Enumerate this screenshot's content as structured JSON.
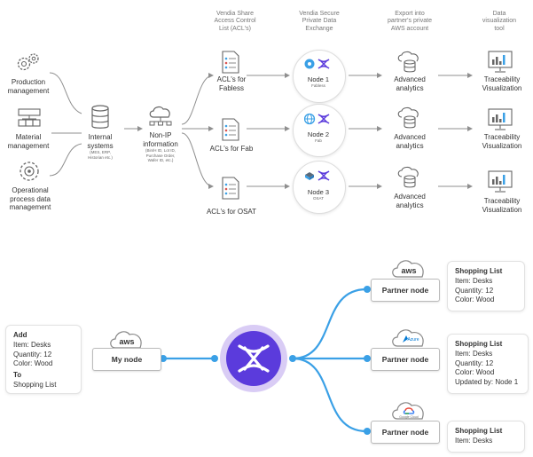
{
  "headers": {
    "share": "Vendia Share\nAccess Control\nList (ACL's)",
    "exchange": "Vendia Secure\nPrivate Data\nExchange",
    "export": "Export into\npartner's private\nAWS account",
    "viz": "Data\nvisualization\ntool"
  },
  "sources": {
    "production": "Production\nmanagement",
    "material": "Material\nmanagement",
    "operational": "Operational\nprocess data\nmanagement"
  },
  "internal": {
    "title": "Internal\nsystems",
    "sub": "(MES, ERP,\nHistorian etc.)"
  },
  "nonip": {
    "title": "Non-IP\ninformation",
    "sub": "(Bin/H ID, Lot ID,\nPurchase Order,\nWafer ID, etc.)"
  },
  "rows": [
    {
      "acl": "ACL's for\nFabless",
      "node": "Node 1",
      "node_sub": "Fabless",
      "analytics": "Advanced\nanalytics",
      "viz": "Traceability\nVisualization"
    },
    {
      "acl": "ACL's for Fab",
      "node": "Node 2",
      "node_sub": "Fab",
      "analytics": "Advanced\nanalytics",
      "viz": "Traceability\nVisualization"
    },
    {
      "acl": "ACL's for OSAT",
      "node": "Node 3",
      "node_sub": "OSAT",
      "analytics": "Advanced\nanalytics",
      "viz": "Traceability\nVisualization"
    }
  ],
  "left_card": {
    "add": "Add",
    "item": "Item: Desks",
    "qty": "Quantity: 12",
    "color": "Color: Wood",
    "to": "To",
    "list": "Shopping List"
  },
  "my_node": {
    "cloud": "aws",
    "label": "My node"
  },
  "partners": [
    {
      "cloud": "aws",
      "label": "Partner node"
    },
    {
      "cloud": "Azure",
      "label": "Partner node"
    },
    {
      "cloud": "Google Cloud",
      "label": "Partner node"
    }
  ],
  "right_cards": [
    {
      "title": "Shopping List",
      "lines": [
        "Item: Desks",
        "Quantity: 12",
        "Color: Wood"
      ]
    },
    {
      "title": "Shopping List",
      "lines": [
        "Item: Desks",
        "Quantity: 12",
        "Color: Wood",
        "Updated by: Node 1"
      ]
    },
    {
      "title": "Shopping List",
      "lines": [
        "Item: Desks"
      ]
    }
  ],
  "colors": {
    "accent": "#3aa0e6",
    "arrow": "#8f8f8f",
    "hub": "#5b3bdc",
    "hub_ring": "#d9ccf5",
    "icon": "#666666"
  }
}
